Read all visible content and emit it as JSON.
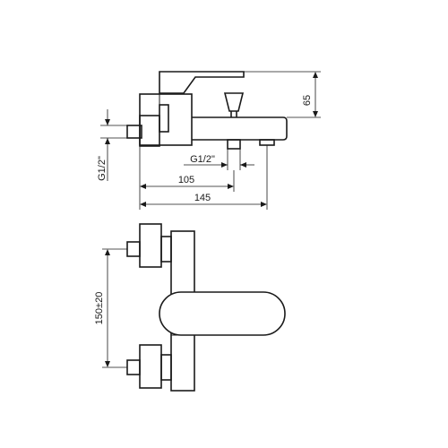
{
  "side_view": {
    "dim_height": "65",
    "dim_thread_left": "G1/2\"",
    "dim_thread_outlet": "G1/2\"",
    "dim_105": "105",
    "dim_145": "145"
  },
  "front_view": {
    "dim_spacing": "150±20"
  }
}
